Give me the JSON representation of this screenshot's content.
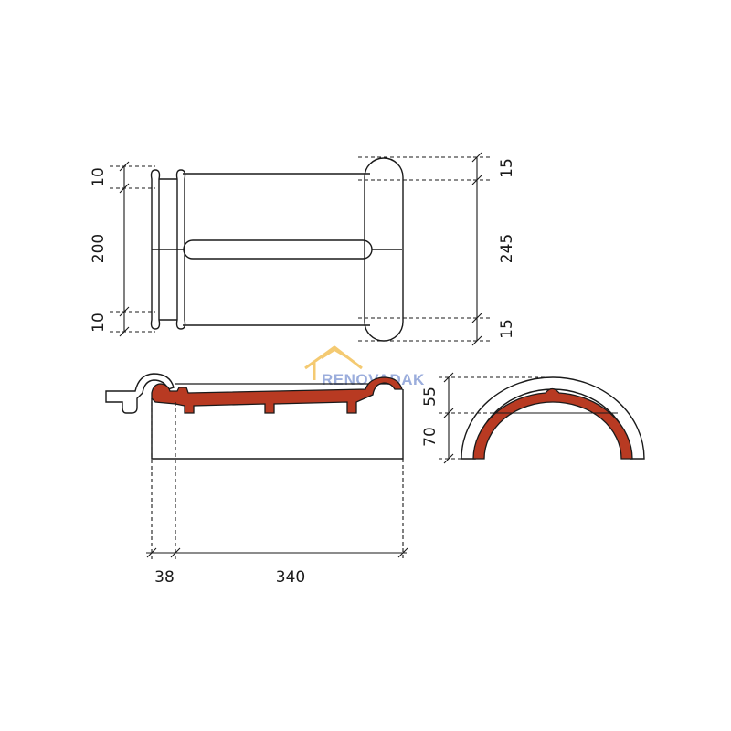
{
  "colors": {
    "line": "#1a1a1a",
    "tile_fill": "#b83a22",
    "watermark_text": "#8a9fd6",
    "watermark_roof": "#f3c15a"
  },
  "watermark": {
    "text": "RENOVADAK",
    "icon": "house-roof-icon"
  },
  "top_view": {
    "dim_left_top": "10",
    "dim_left_middle": "200",
    "dim_left_bottom": "10",
    "dim_right_top": "15",
    "dim_right_middle": "245",
    "dim_right_bottom": "15"
  },
  "side_view": {
    "dim_overlap": "38",
    "dim_length": "340"
  },
  "end_view": {
    "dim_upper": "55",
    "dim_lower": "70"
  }
}
